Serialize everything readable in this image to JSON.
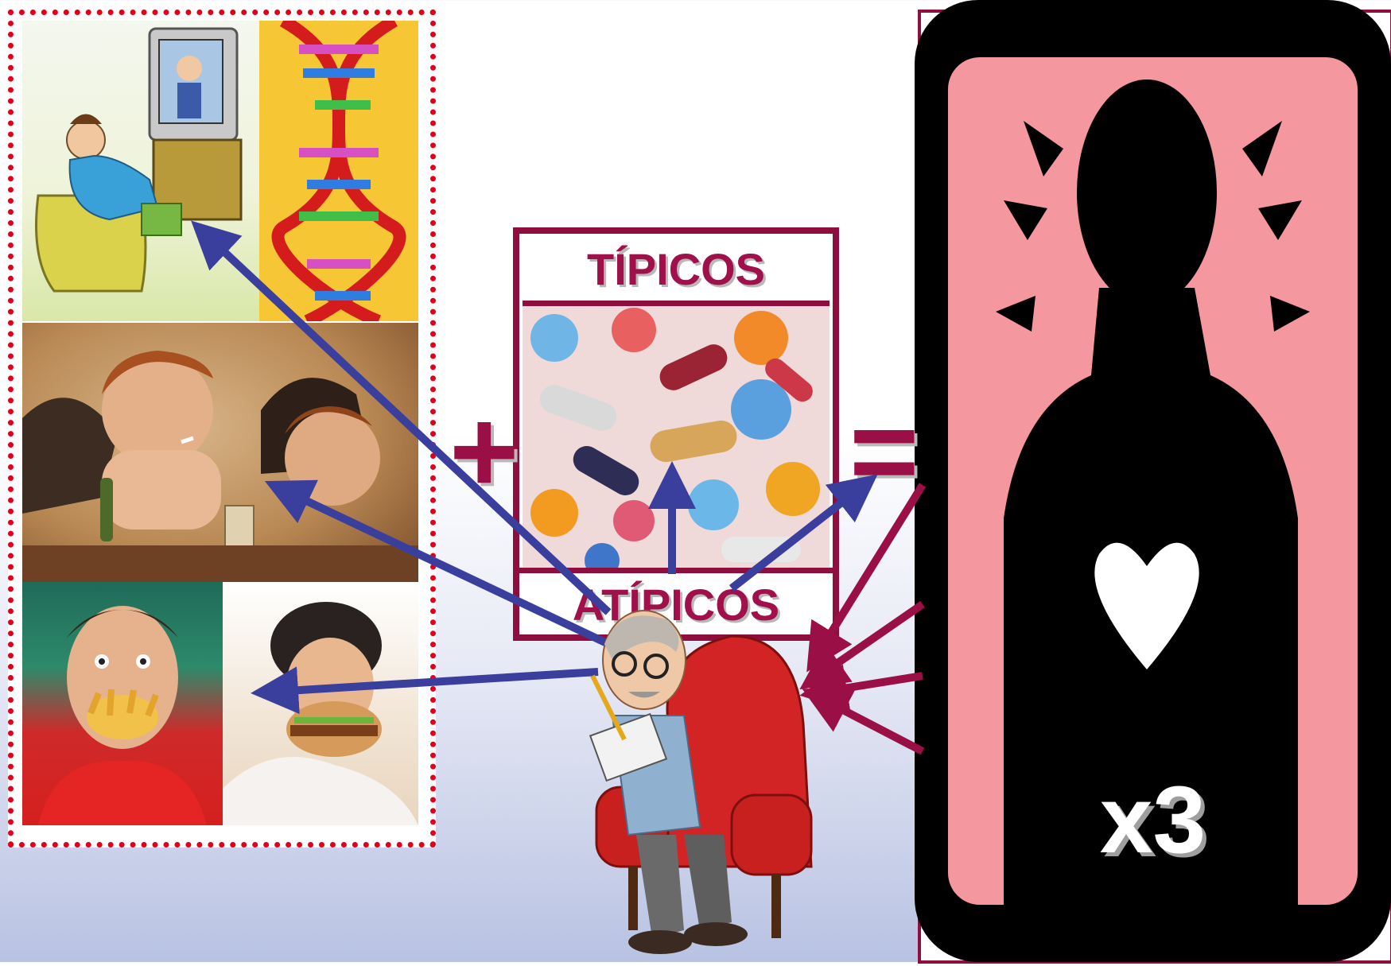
{
  "pills_panel": {
    "top_label": "TÍPICOS",
    "bottom_label": "ATÍPICOS"
  },
  "operators": {
    "plus": "+",
    "equals": "="
  },
  "figure_card": {
    "multiplier": "x3"
  },
  "colors": {
    "border_red": "#e0001b",
    "maroon": "#8e0f3e",
    "arrow_blue": "#3a3f9e",
    "arrow_maroon": "#9a1046",
    "figure_pink": "#f5979e"
  }
}
